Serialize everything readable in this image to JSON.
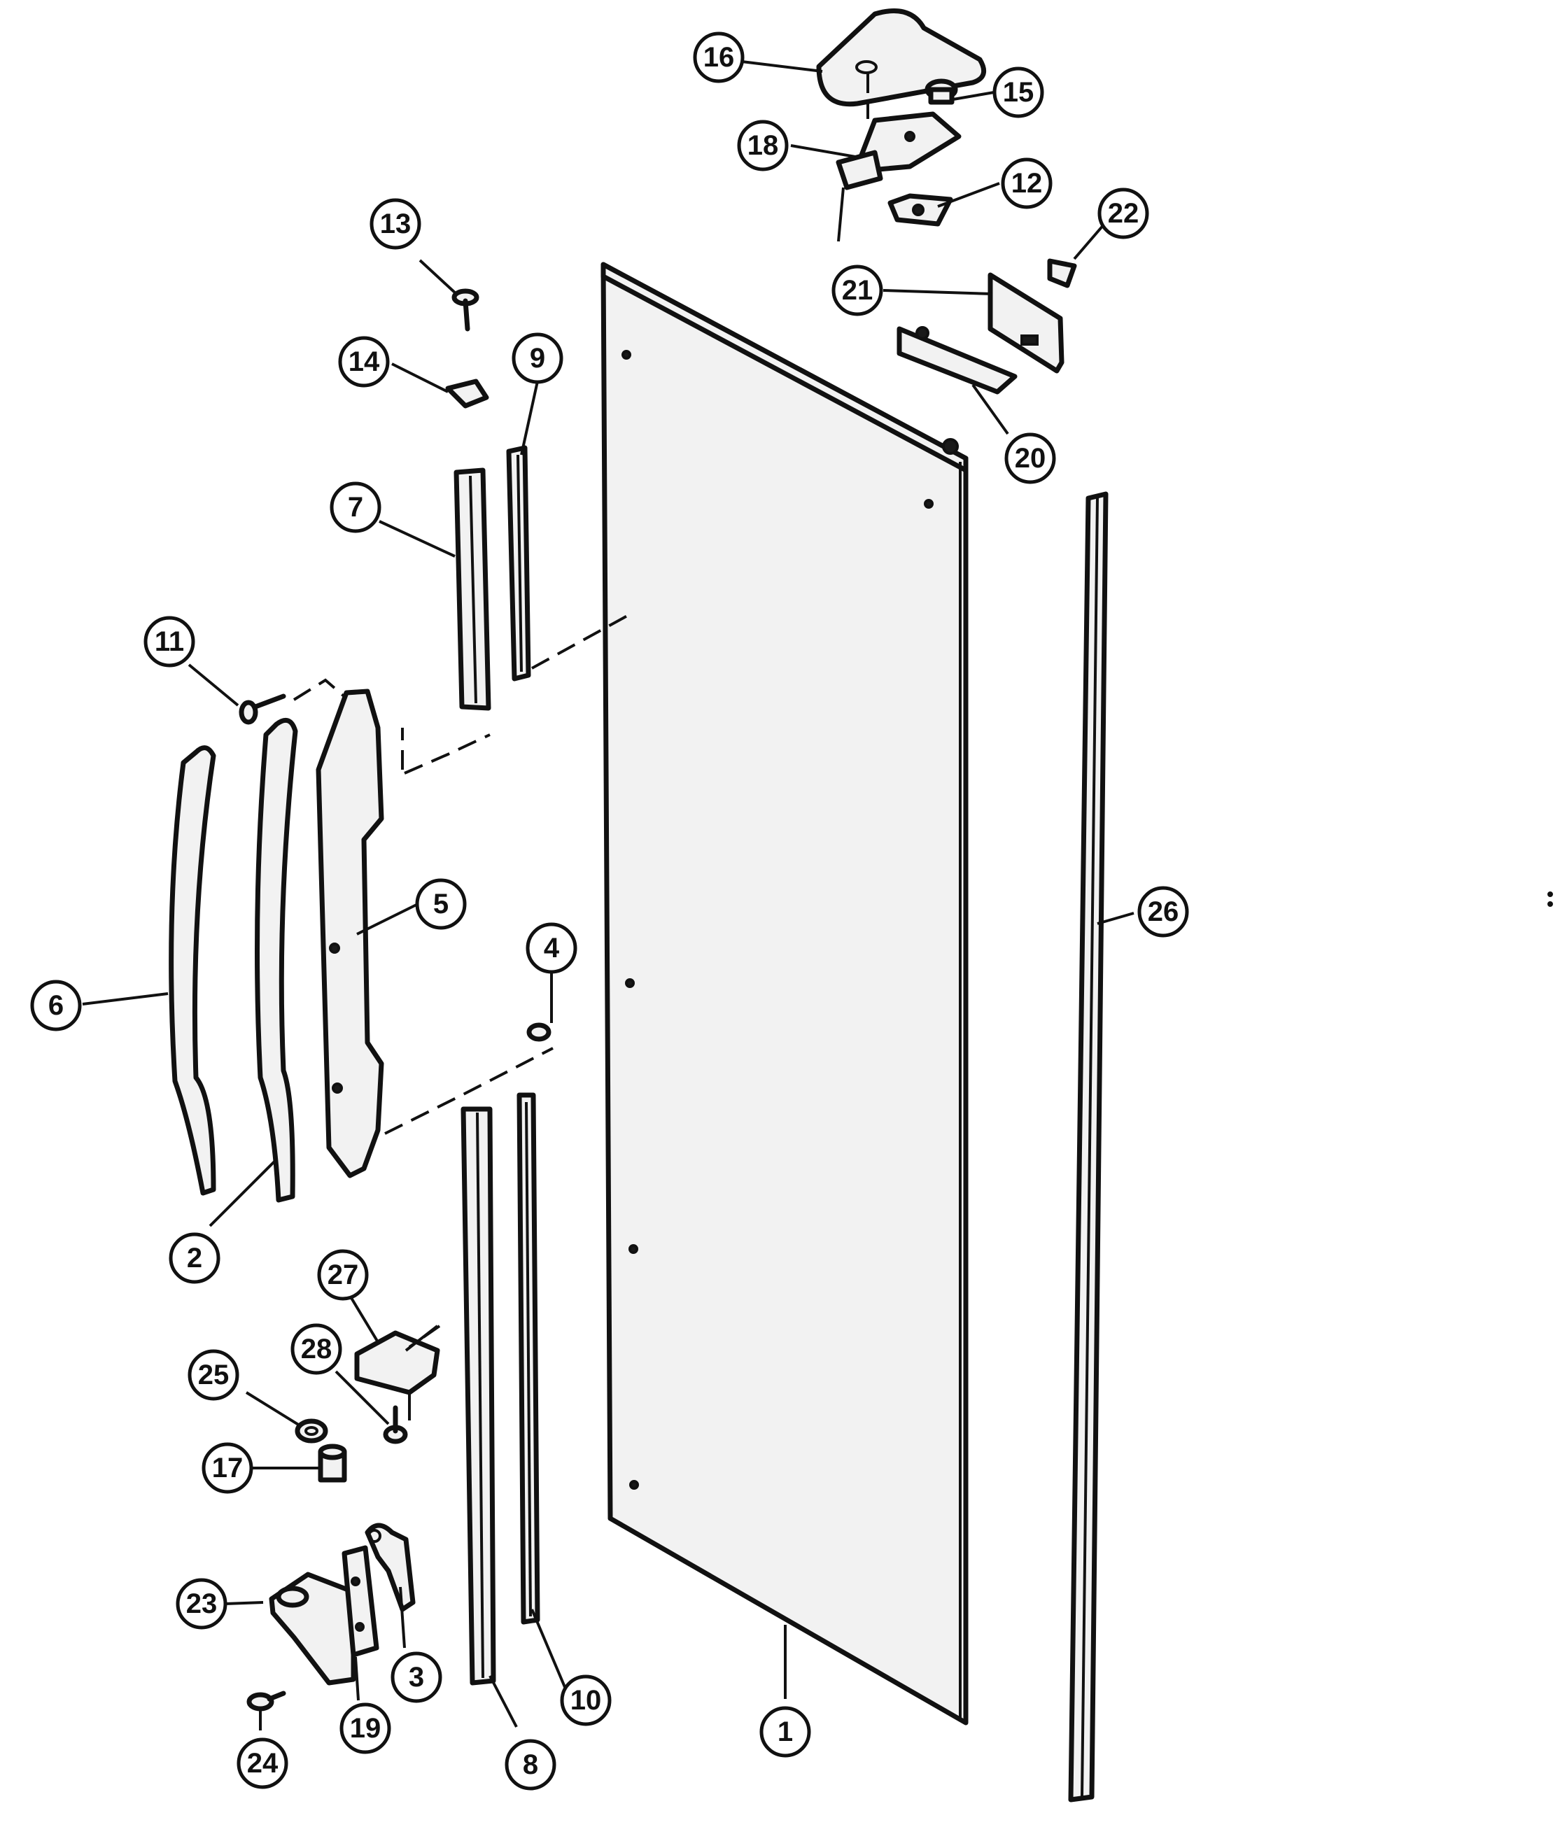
{
  "callouts": [
    {
      "id": "c16",
      "label": "16"
    },
    {
      "id": "c15",
      "label": "15"
    },
    {
      "id": "c18",
      "label": "18"
    },
    {
      "id": "c12",
      "label": "12"
    },
    {
      "id": "c22",
      "label": "22"
    },
    {
      "id": "c13",
      "label": "13"
    },
    {
      "id": "c21",
      "label": "21"
    },
    {
      "id": "c14",
      "label": "14"
    },
    {
      "id": "c9",
      "label": "9"
    },
    {
      "id": "c20",
      "label": "20"
    },
    {
      "id": "c7",
      "label": "7"
    },
    {
      "id": "c11",
      "label": "11"
    },
    {
      "id": "c5",
      "label": "5"
    },
    {
      "id": "c26",
      "label": "26"
    },
    {
      "id": "c4",
      "label": "4"
    },
    {
      "id": "c6",
      "label": "6"
    },
    {
      "id": "c2",
      "label": "2"
    },
    {
      "id": "c27",
      "label": "27"
    },
    {
      "id": "c28",
      "label": "28"
    },
    {
      "id": "c25",
      "label": "25"
    },
    {
      "id": "c17",
      "label": "17"
    },
    {
      "id": "c23",
      "label": "23"
    },
    {
      "id": "c3",
      "label": "3"
    },
    {
      "id": "c10",
      "label": "10"
    },
    {
      "id": "c19",
      "label": "19"
    },
    {
      "id": "c8",
      "label": "8"
    },
    {
      "id": "c1",
      "label": "1"
    },
    {
      "id": "c24",
      "label": "24"
    }
  ]
}
